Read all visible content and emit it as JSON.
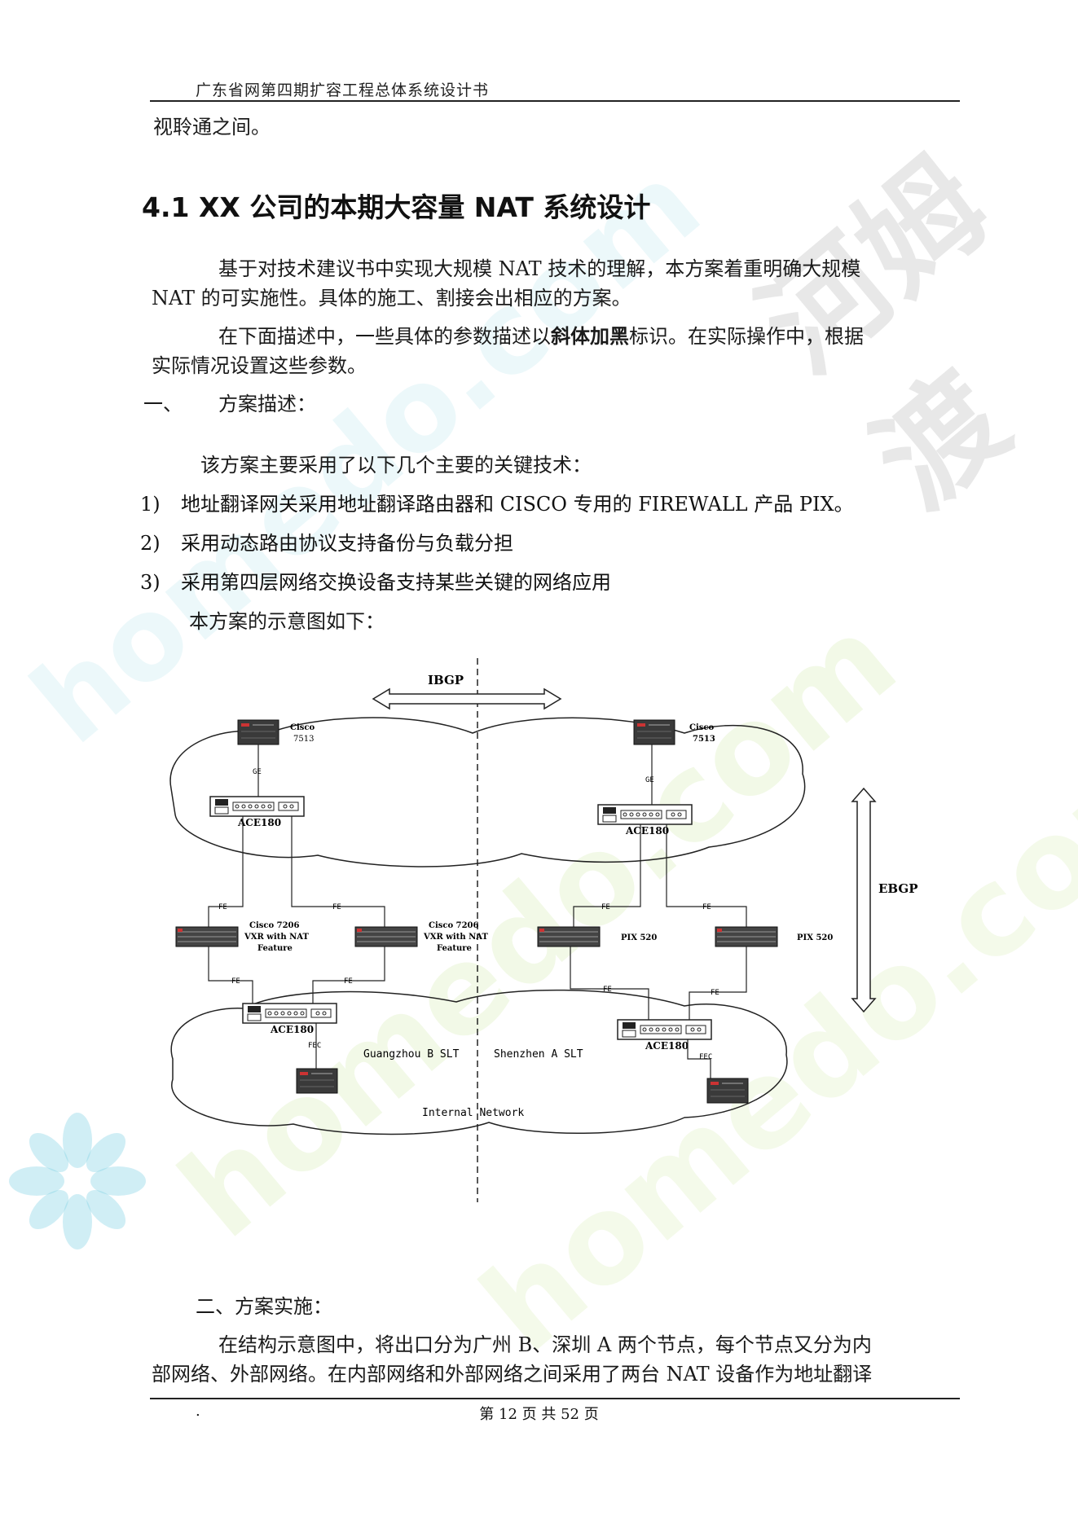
{
  "header": {
    "title": "广东省网第四期扩容工程总体系统设计书"
  },
  "continuation": "视聆通之间。",
  "section": {
    "heading": "4.1 XX 公司的本期大容量 NAT 系统设计"
  },
  "para1": {
    "line1": "基于对技术建议书中实现大规模 NAT 技术的理解，本方案着重明确大规模",
    "line2": "NAT 的可实施性。具体的施工、割接会出相应的方案。"
  },
  "para2": {
    "line1_pre": "在下面描述中，一些具体的参数描述以",
    "line1_bold": "斜体加黑",
    "line1_post": "标识。在实际操作中，根据",
    "line2": "实际情况设置这些参数。"
  },
  "part1": {
    "num": "一、",
    "title": "方案描述："
  },
  "intro": "该方案主要采用了以下几个主要的关键技术：",
  "list": [
    {
      "num": "1)",
      "text": "地址翻译网关采用地址翻译路由器和 CISCO 专用的 FIREWALL 产品 PIX。"
    },
    {
      "num": "2)",
      "text": "采用动态路由协议支持备份与负载分担"
    },
    {
      "num": "3)",
      "text": "采用第四层网络交换设备支持某些关键的网络应用"
    }
  ],
  "diagram_intro": "本方案的示意图如下：",
  "diagram": {
    "ibgp": "IBGP",
    "ebgp": "EBGP",
    "cisco": "Cisco",
    "model_7513": "7513",
    "ace": "ACE180",
    "ge": "GE",
    "fe": "FE",
    "fec": "FEC",
    "c7206_l1": "Cisco 7206",
    "c7206_l2": "VXR with NAT",
    "c7206_l3": "Feature",
    "pix": "PIX 520",
    "gz": "Guangzhou B SLT",
    "sz": "Shenzhen A SLT",
    "internal": "Internal Network"
  },
  "part2": {
    "title": "二、方案实施："
  },
  "para3": {
    "line1": "在结构示意图中，将出口分为广州 B、深圳 A 两个节点，每个节点又分为内",
    "line2": "部网络、外部网络。在内部网络和外部网络之间采用了两台 NAT 设备作为地址翻译"
  },
  "footer": {
    "dot": ".",
    "page": "第 12 页 共 52 页"
  },
  "watermarks": {
    "site": "homedo.com",
    "brand": "河姆渡"
  }
}
